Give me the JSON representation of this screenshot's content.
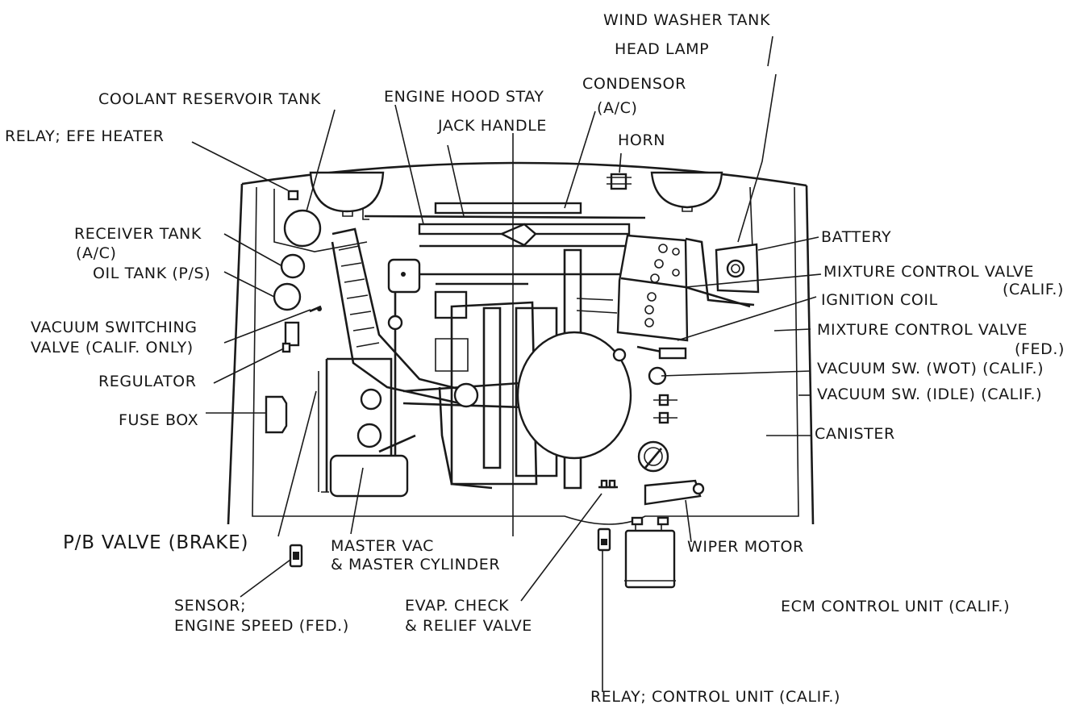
{
  "labels": {
    "wind_washer_tank": "WIND WASHER TANK",
    "head_lamp": "HEAD LAMP",
    "condensor": "CONDENSOR",
    "condensor_ac": "(A/C)",
    "coolant_reservoir_tank": "COOLANT RESERVOIR TANK",
    "engine_hood_stay": "ENGINE HOOD STAY",
    "jack_handle": "JACK HANDLE",
    "horn": "HORN",
    "relay_efe_heater": "RELAY; EFE HEATER",
    "receiver_tank": "RECEIVER TANK",
    "receiver_tank_ac": "(A/C)",
    "oil_tank_ps": "OIL TANK (P/S)",
    "vacuum_switching_valve_1": "VACUUM SWITCHING",
    "vacuum_switching_valve_2": "VALVE (CALIF. ONLY)",
    "regulator": "REGULATOR",
    "fuse_box": "FUSE BOX",
    "pb_valve": "P/B VALVE (BRAKE)",
    "master_vac_1": "MASTER VAC",
    "master_vac_2": "& MASTER CYLINDER",
    "sensor_1": "SENSOR;",
    "sensor_2": "ENGINE SPEED (FED.)",
    "evap_1": "EVAP. CHECK",
    "evap_2": "& RELIEF VALVE",
    "relay_control_unit": "RELAY; CONTROL UNIT (CALIF.)",
    "wiper_motor": "WIPER MOTOR",
    "ecm_control_unit": "ECM CONTROL UNIT (CALIF.)",
    "battery": "BATTERY",
    "mixture_calif_1": "MIXTURE CONTROL VALVE",
    "mixture_calif_2": "(CALIF.)",
    "ignition_coil": "IGNITION COIL",
    "mixture_fed_1": "MIXTURE CONTROL VALVE",
    "mixture_fed_2": "(FED.)",
    "vacuum_wot": "VACUUM SW. (WOT) (CALIF.)",
    "vacuum_idle": "VACUUM SW. (IDLE) (CALIF.)",
    "canister": "CANISTER"
  }
}
